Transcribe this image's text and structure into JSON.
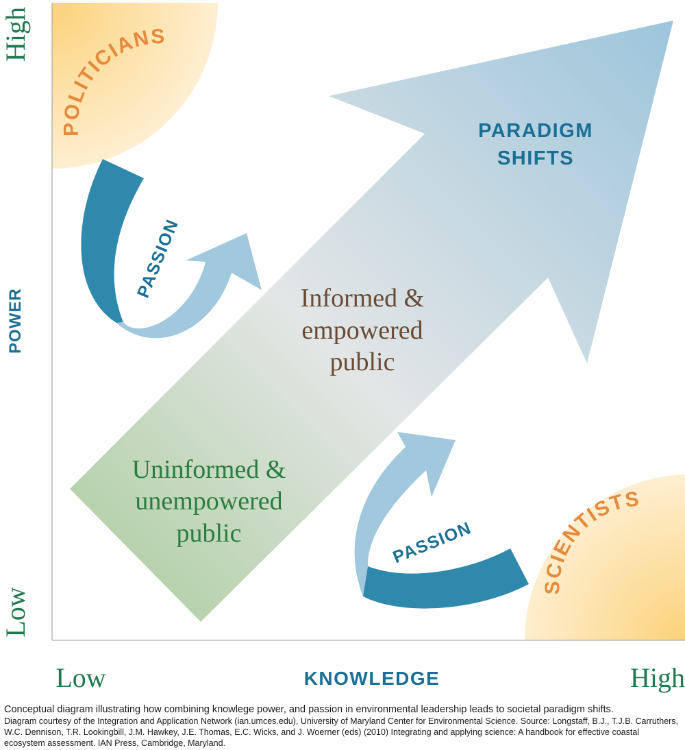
{
  "axes": {
    "y_label": "POWER",
    "x_label": "KNOWLEDGE",
    "y_high": "High",
    "y_low": "Low",
    "x_low": "Low",
    "x_high": "High"
  },
  "corners": {
    "top_left": "POLITICIANS",
    "bottom_right": "SCIENTISTS"
  },
  "arrow_labels": {
    "upper_passion": "PASSION",
    "lower_passion": "PASSION",
    "paradigm_line1": "PARADIGM",
    "paradigm_line2": "SHIFTS"
  },
  "public_labels": {
    "informed_line1": "Informed &",
    "informed_line2": "empowered",
    "informed_line3": "public",
    "uninformed_line1": "Uninformed &",
    "uninformed_line2": "unempowered",
    "uninformed_line3": "public"
  },
  "caption": {
    "main": "Conceptual diagram illustrating how combining knowlege power, and passion in environmental leadership leads to societal paradigm shifts.",
    "credit": "Diagram courtesy of the Integration and Application Network (ian.umces.edu), University of Maryland Center for Environmental Science. Source: Longstaff, B.J., T.J.B. Carruthers, W.C. Dennison, T.R. Lookingbill, J.M. Hawkey, J.E. Thomas, E.C. Wicks, and J. Woerner (eds) (2010) Integrating and applying science: A handbook for effective coastal ecosystem assessment. IAN Press, Cambridge, Maryland."
  },
  "colors": {
    "axis_text": "#1e7a4e",
    "teal": "#1a6f94",
    "orange": "#e58a3c",
    "brown": "#6a4a33",
    "green_text": "#2b7d3f"
  }
}
